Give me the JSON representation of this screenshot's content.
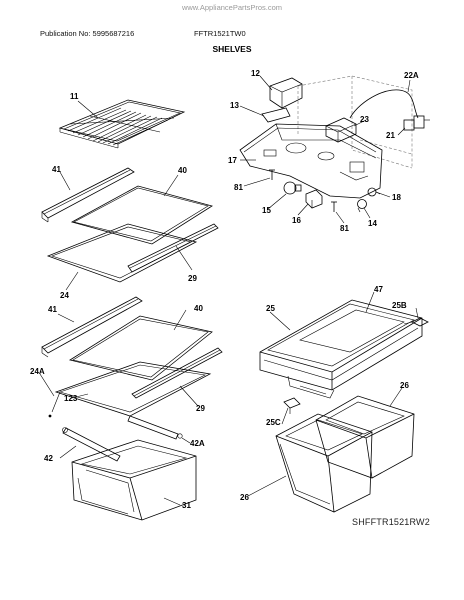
{
  "watermark": "www.AppliancePartsPros.com",
  "header": {
    "publication": "Publication No: 5995687216",
    "model": "FFTR1521TW0"
  },
  "section_title": "SHELVES",
  "diagram_code": "SHFFTR1521RW2",
  "callouts": {
    "c11": "11",
    "c41a": "41",
    "c40a": "40",
    "c29a": "29",
    "c24": "24",
    "c41b": "41",
    "c40b": "40",
    "c24A": "24A",
    "c123": "123",
    "c29b": "29",
    "c42A": "42A",
    "c42": "42",
    "c31": "31",
    "c12": "12",
    "c13": "13",
    "c22A": "22A",
    "c23": "23",
    "c21": "21",
    "c17": "17",
    "c81a": "81",
    "c15": "15",
    "c16": "16",
    "c81b": "81",
    "c18": "18",
    "c14": "14",
    "c47": "47",
    "c25": "25",
    "c25B": "25B",
    "c26a": "26",
    "c25C": "25C",
    "c26b": "26"
  }
}
